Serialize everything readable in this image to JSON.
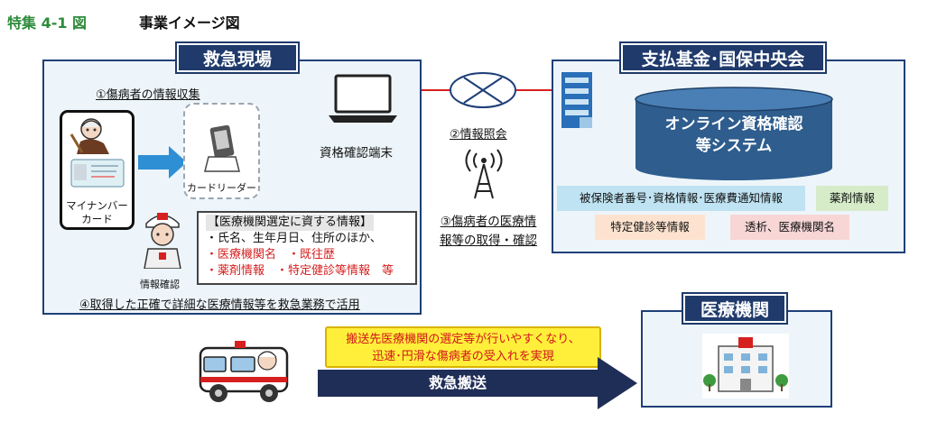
{
  "figure": {
    "label": "特集 4-1 図",
    "title": "事業イメージ図"
  },
  "scene": {
    "title": "救急現場",
    "step1": "①傷病者の情報収集",
    "card_label_1": "マイナンバー",
    "card_label_2": "カード",
    "reader_label": "カードリーダー",
    "terminal_label": "資格確認端末",
    "ems_label": "情報確認",
    "info_box": {
      "heading": "【医療機関選定に資する情報】",
      "line1": "・氏名、生年月日、住所のほか、",
      "line2": "・医療機関名　・既往歴",
      "line3": "・薬剤情報　・特定健診等情報　等"
    },
    "step4": "④取得した正確で詳細な医療情報等を救急業務で活用"
  },
  "network": {
    "step2": "②情報照会",
    "step3_line1": "③傷病者の医療情",
    "step3_line2": "報等の取得・確認"
  },
  "fund": {
    "title": "支払基金･国保中央会",
    "system_line1": "オンライン資格確認",
    "system_line2": "等システム",
    "tags": {
      "insured": "被保険者番号･資格情報･医療費通知情報",
      "drug": "薬剤情報",
      "checkup": "特定健診等情報",
      "dialysis": "透析、医療機関名"
    }
  },
  "hospital": {
    "title": "医療機関"
  },
  "transport": {
    "banner_line1": "搬送先医療機関の選定等が行いやすくなり、",
    "banner_line2": "迅速･円滑な傷病者の受入れを実現",
    "arrow_label": "救急搬送"
  }
}
